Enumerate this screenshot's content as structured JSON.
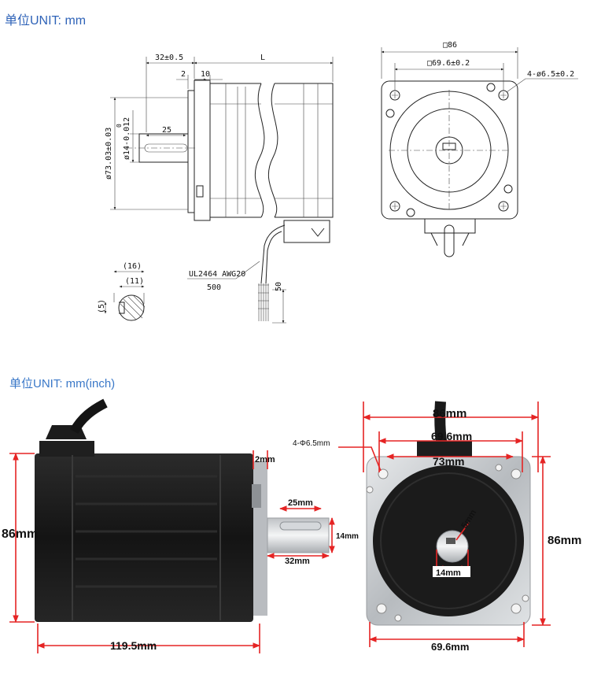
{
  "headings": {
    "top": "单位UNIT: mm",
    "bottom": "单位UNIT: mm(inch)"
  },
  "cad_side": {
    "dim_32": "32±0.5",
    "dim_L": "L",
    "dim_2": "2",
    "dim_10": "10",
    "dim_25": "25",
    "dim_shaft_dia": "ø14-0.012",
    "dim_shaft_tol_upper": "0",
    "dim_pilot_dia": "ø73.03±0.03"
  },
  "cad_front": {
    "dim_86": "□86",
    "dim_69": "□69.6±0.2",
    "dim_holes": "4-ø6.5±0.2"
  },
  "cad_shaft_section": {
    "dim_16": "(16)",
    "dim_11": "(11)",
    "dim_5": "(5)"
  },
  "cad_cable": {
    "wire_spec": "UL2464 AWG20",
    "length_500": "500",
    "length_50": "50"
  },
  "photo_side": {
    "height": "86mm",
    "length": "119.5mm",
    "flange": "2mm",
    "shaft_flat": "25mm",
    "shaft_len": "32mm",
    "shaft_dia": "14mm"
  },
  "photo_front": {
    "width_top": "86mm",
    "hole_spacing": "69.6mm",
    "pilot": "73mm",
    "holes": "4-Φ6.5mm",
    "height_right": "86mm",
    "bottom_spacing": "69.6mm",
    "key": "5mm",
    "shaft": "14mm"
  },
  "colors": {
    "dimension_red": "#e52424",
    "heading_blue": "#2f63b8",
    "motor_black": "#1b1b1b",
    "flange_silver": "#c9ccd0"
  }
}
